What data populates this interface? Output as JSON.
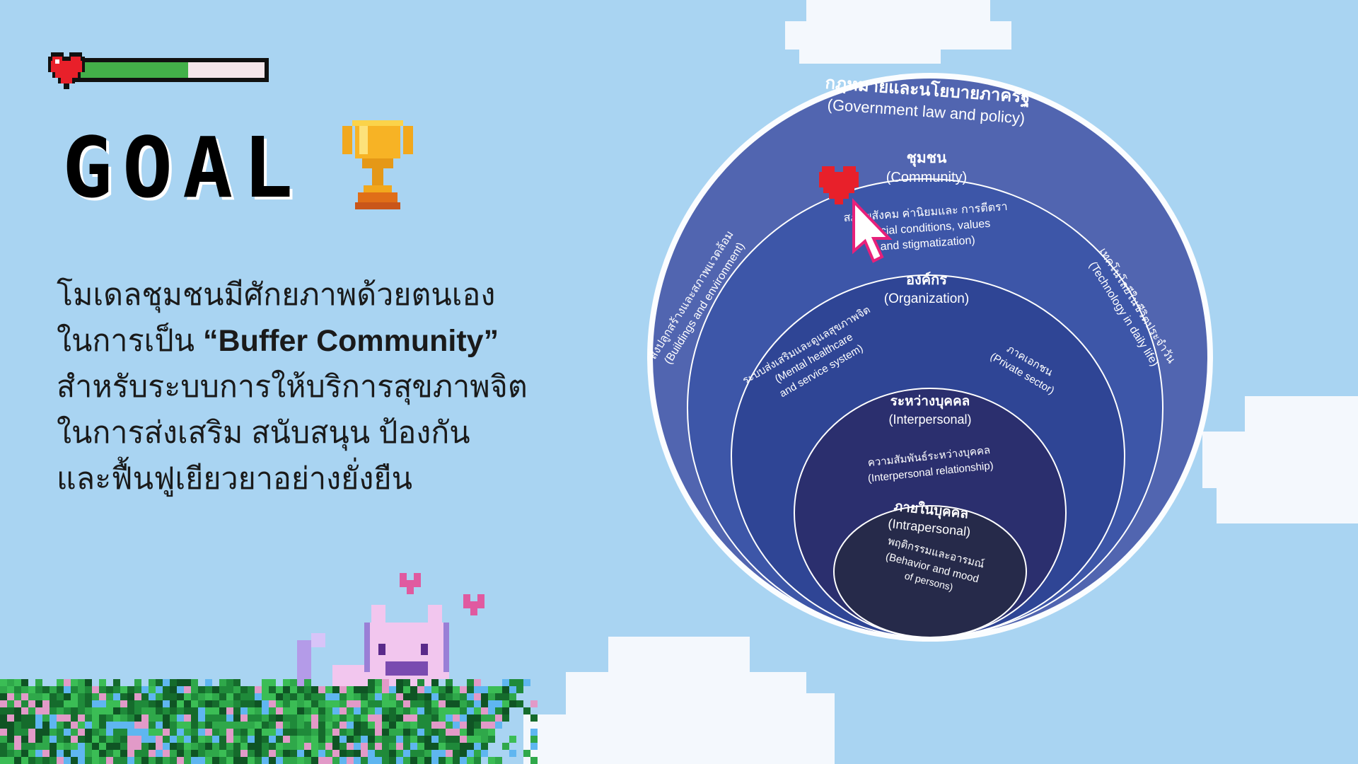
{
  "title": "GOAL",
  "health_level": 0.6,
  "description": {
    "line1": "โมเดลชุมชนมีศักยภาพด้วยตนเอง",
    "line2_pre": "ในการเป็น ",
    "line2_bold": "“Buffer Community”",
    "line3": "สำหรับระบบการให้บริการสุขภาพจิต",
    "line4": "ในการส่งเสริม สนับสนุน ป้องกัน",
    "line5": "และฟื้นฟูเยียวยาอย่างยั่งยืน"
  },
  "diagram": {
    "government": {
      "th": "กฎหมายและนโยบายภาครัฐ",
      "en": "(Government law and policy)"
    },
    "community": {
      "th": "ชุมชน",
      "en": "(Community)"
    },
    "social": {
      "th": "สภาพสังคม ค่านิยมและ การตีตรา",
      "en1": "(Social conditions, values",
      "en2": "and stigmatization)"
    },
    "buildings": {
      "th": "สิ่งปลูกสร้างและสภาพแวดล้อม",
      "en": "(Buildings and environment)"
    },
    "technology": {
      "th": "เทคโนโลยีในชีวิตประจำวัน",
      "en": "(Technology in daily life)"
    },
    "organization": {
      "th": "องค์กร",
      "en": "(Organization)"
    },
    "mental": {
      "th": "ระบบส่งเสริมและดูแลสุขภาพจิต",
      "en1": "(Mental healthcare",
      "en2": "and service system)"
    },
    "private": {
      "th": "ภาคเอกชน",
      "en": "(Private sector)"
    },
    "interpersonal": {
      "th": "ระหว่างบุคคล",
      "en": "(Interpersonal)"
    },
    "relationship": {
      "th": "ความสัมพันธ์ระหว่างบุคคล",
      "en": "(Interpersonal relationship)"
    },
    "intrapersonal": {
      "th": "ภายในบุคคล",
      "en": "(Intrapersonal)"
    },
    "behavior": {
      "th": "พฤติกรรมและอารมณ์",
      "en1": "(Behavior and mood",
      "en2": "of persons)"
    }
  },
  "colors": {
    "background": "#a9d4f2",
    "ring_outer": "#5165b0",
    "ring_community": "#3d56a8",
    "ring_organization": "#2f4595",
    "ring_interpersonal": "#2b2f6e",
    "ring_intrapersonal": "#262a4a",
    "heart": "#e8202a",
    "health_fill": "#43b049"
  },
  "icons": [
    "heart-icon",
    "trophy-icon",
    "cursor-icon",
    "pixel-cat",
    "pixel-hearts"
  ]
}
